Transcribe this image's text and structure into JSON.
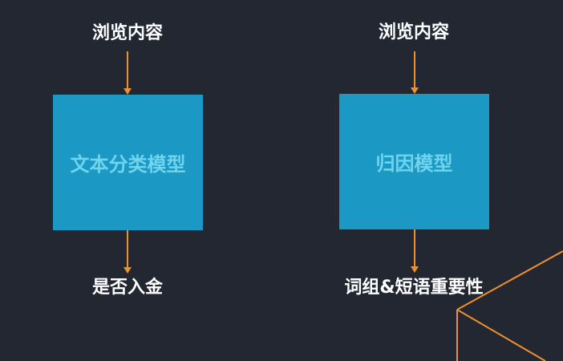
{
  "diagram": {
    "left": {
      "input_label": "浏览内容",
      "model_label": "文本分类模型",
      "output_label": "是否入金"
    },
    "right": {
      "input_label": "浏览内容",
      "model_label": "归因模型",
      "output_label": "词组&短语重要性"
    }
  },
  "colors": {
    "background": "#222732",
    "box_fill": "#1b98c3",
    "box_text": "#6fd4ee",
    "arrow": "#f0902c",
    "label_text": "#ffffff"
  }
}
